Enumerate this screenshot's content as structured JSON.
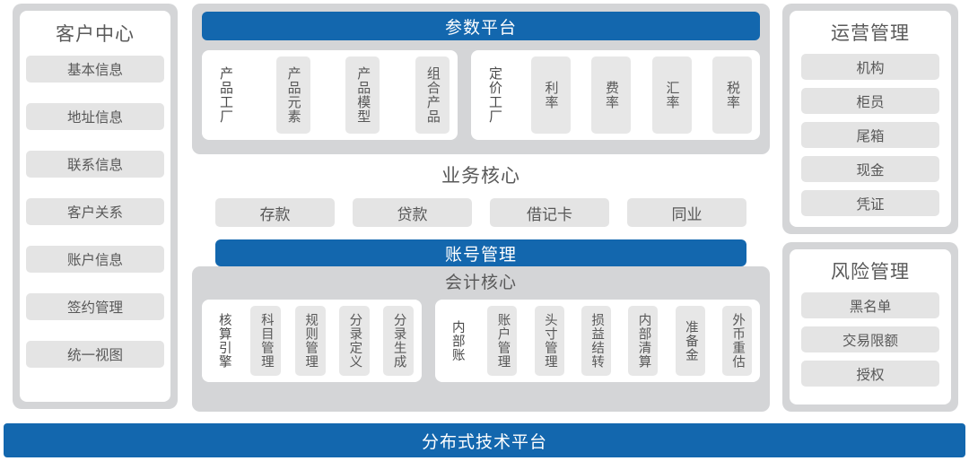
{
  "colors": {
    "brand_blue": "#1367ae",
    "panel_gray": "#d4d5d7",
    "chip_gray": "#e4e4e4",
    "text_gray": "#585858"
  },
  "left_panel": {
    "title": "客户中心",
    "items": [
      {
        "label": "基本信息"
      },
      {
        "label": "地址信息"
      },
      {
        "label": "联系信息"
      },
      {
        "label": "客户关系"
      },
      {
        "label": "账户信息"
      },
      {
        "label": "签约管理"
      },
      {
        "label": "统一视图"
      }
    ]
  },
  "param_platform": {
    "title": "参数平台",
    "groups": [
      {
        "label": "产品工厂",
        "items": [
          {
            "label": "产品元素"
          },
          {
            "label": "产品模型"
          },
          {
            "label": "组合产品"
          }
        ]
      },
      {
        "label": "定价工厂",
        "items": [
          {
            "label": "利率"
          },
          {
            "label": "费率"
          },
          {
            "label": "汇率"
          },
          {
            "label": "税率"
          }
        ]
      }
    ]
  },
  "business_core": {
    "title": "业务核心",
    "items": [
      {
        "label": "存款"
      },
      {
        "label": "贷款"
      },
      {
        "label": "借记卡"
      },
      {
        "label": "同业"
      }
    ],
    "account_bar": "账号管理"
  },
  "accounting_core": {
    "title": "会计核心",
    "groups": [
      {
        "label": "核算引擎",
        "items": [
          {
            "label": "科目管理"
          },
          {
            "label": "规则管理"
          },
          {
            "label": "分录定义"
          },
          {
            "label": "分录生成"
          }
        ]
      },
      {
        "label": "内部账",
        "items": [
          {
            "label": "账户管理"
          },
          {
            "label": "头寸管理"
          },
          {
            "label": "损益结转"
          },
          {
            "label": "内部清算"
          },
          {
            "label": "准备金"
          },
          {
            "label": "外币重估"
          }
        ]
      }
    ]
  },
  "operations_panel": {
    "title": "运营管理",
    "items": [
      {
        "label": "机构"
      },
      {
        "label": "柜员"
      },
      {
        "label": "尾箱"
      },
      {
        "label": "现金"
      },
      {
        "label": "凭证"
      }
    ]
  },
  "risk_panel": {
    "title": "风险管理",
    "items": [
      {
        "label": "黑名单"
      },
      {
        "label": "交易限额"
      },
      {
        "label": "授权"
      }
    ]
  },
  "bottom_bar": {
    "label": "分布式技术平台"
  }
}
